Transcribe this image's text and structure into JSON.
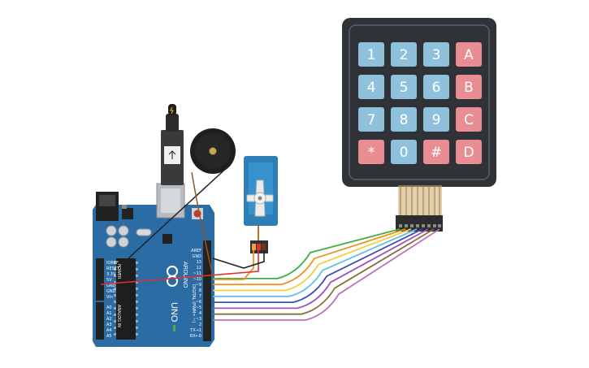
{
  "keypad": {
    "keys": [
      {
        "label": "1",
        "kind": "digit"
      },
      {
        "label": "2",
        "kind": "digit"
      },
      {
        "label": "3",
        "kind": "digit"
      },
      {
        "label": "A",
        "kind": "letter"
      },
      {
        "label": "4",
        "kind": "digit"
      },
      {
        "label": "5",
        "kind": "digit"
      },
      {
        "label": "6",
        "kind": "digit"
      },
      {
        "label": "B",
        "kind": "letter"
      },
      {
        "label": "7",
        "kind": "digit"
      },
      {
        "label": "8",
        "kind": "digit"
      },
      {
        "label": "9",
        "kind": "digit"
      },
      {
        "label": "C",
        "kind": "letter"
      },
      {
        "label": "*",
        "kind": "letter"
      },
      {
        "label": "0",
        "kind": "digit"
      },
      {
        "label": "#",
        "kind": "letter"
      },
      {
        "label": "D",
        "kind": "letter"
      }
    ],
    "colors": {
      "digit": "#8fc1dd",
      "letter": "#e88d91",
      "frame": "#2f3338"
    }
  },
  "arduino": {
    "brand": "ARDUINO",
    "model": "UNO",
    "board_color": "#2a6ca3",
    "digital_label": "DIGITAL (PWM= ~)",
    "power_label": "POWER",
    "analog_label": "ANALOG IN",
    "digital_pins": [
      "AREF",
      "GND",
      "13",
      "12",
      "~11",
      "~10",
      "~9",
      "8",
      "7",
      "~6",
      "~5",
      "4",
      "~3",
      "2",
      "TX→1",
      "RX←0"
    ],
    "power_pins": [
      "IOREF",
      "RESET",
      "3.3V",
      "5V",
      "GND",
      "GND",
      "Vin"
    ],
    "analog_pins": [
      "A0",
      "A1",
      "A2",
      "A3",
      "A4",
      "A5"
    ]
  },
  "components": {
    "buzzer": "piezo-buzzer",
    "servo": "micro-servo",
    "usb": "usb-cable"
  },
  "wire_colors": {
    "keypad": [
      "#c06fb8",
      "#8a6d3b",
      "#9b55b8",
      "#3f4fb0",
      "#5fc0ea",
      "#f0d040",
      "#f09020",
      "#3fb040"
    ],
    "servo_signal": "#f09020",
    "servo_power": "#e03030",
    "servo_ground": "#222222",
    "buzzer": "#222222"
  }
}
